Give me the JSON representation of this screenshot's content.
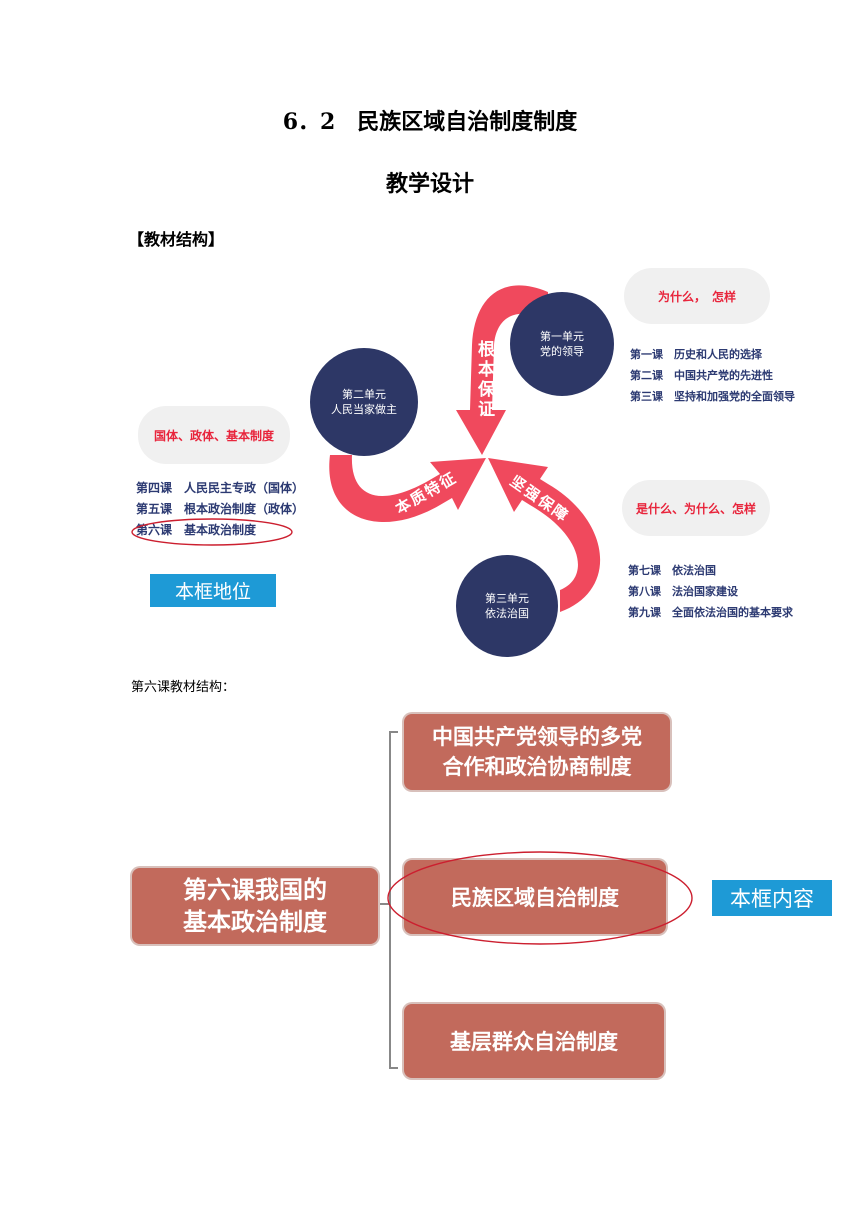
{
  "header": {
    "title": "6．2　民族区域自治制度制度",
    "subtitle": "教学设计",
    "section_label": "【教材结构】"
  },
  "structure_diagram": {
    "units": [
      {
        "line1": "第一单元",
        "line2": "党的领导"
      },
      {
        "line1": "第二单元",
        "line2": "人民当家做主"
      },
      {
        "line1": "第三单元",
        "line2": "依法治国"
      }
    ],
    "arrows": [
      "根本保证",
      "本质特征",
      "坚强保障"
    ],
    "pills": [
      "为什么，　怎样",
      "国体、政体、基本制度",
      "是什么、为什么、怎样"
    ],
    "unit1_lessons": [
      "第一课　历史和人民的选择",
      "第二课　中国共产党的先进性",
      "第三课　坚持和加强党的全面领导"
    ],
    "unit2_lessons": [
      "第四课　人民民主专政（国体）",
      "第五课　根本政治制度（政体）",
      "第六课　基本政治制度"
    ],
    "unit3_lessons": [
      "第七课　依法治国",
      "第八课　法治国家建设",
      "第九课　全面依法治国的基本要求"
    ],
    "position_tag": "本框地位",
    "colors": {
      "unit_circle": "#2d3766",
      "arrow": "#f0495d",
      "highlight": "#cc1f2f",
      "tag": "#1e9ad6"
    }
  },
  "lesson_structure": {
    "caption": "第六课教材结构：",
    "root": {
      "line1": "第六课我国的",
      "line2": "基本政治制度"
    },
    "children": [
      {
        "line1": "中国共产党领导的多党",
        "line2": "合作和政治协商制度"
      },
      {
        "line1": "民族区域自治制度",
        "line2": ""
      },
      {
        "line1": "基层群众自治制度",
        "line2": ""
      }
    ],
    "content_tag": "本框内容",
    "colors": {
      "box": "#c26a5c",
      "bracket": "#888888"
    }
  }
}
